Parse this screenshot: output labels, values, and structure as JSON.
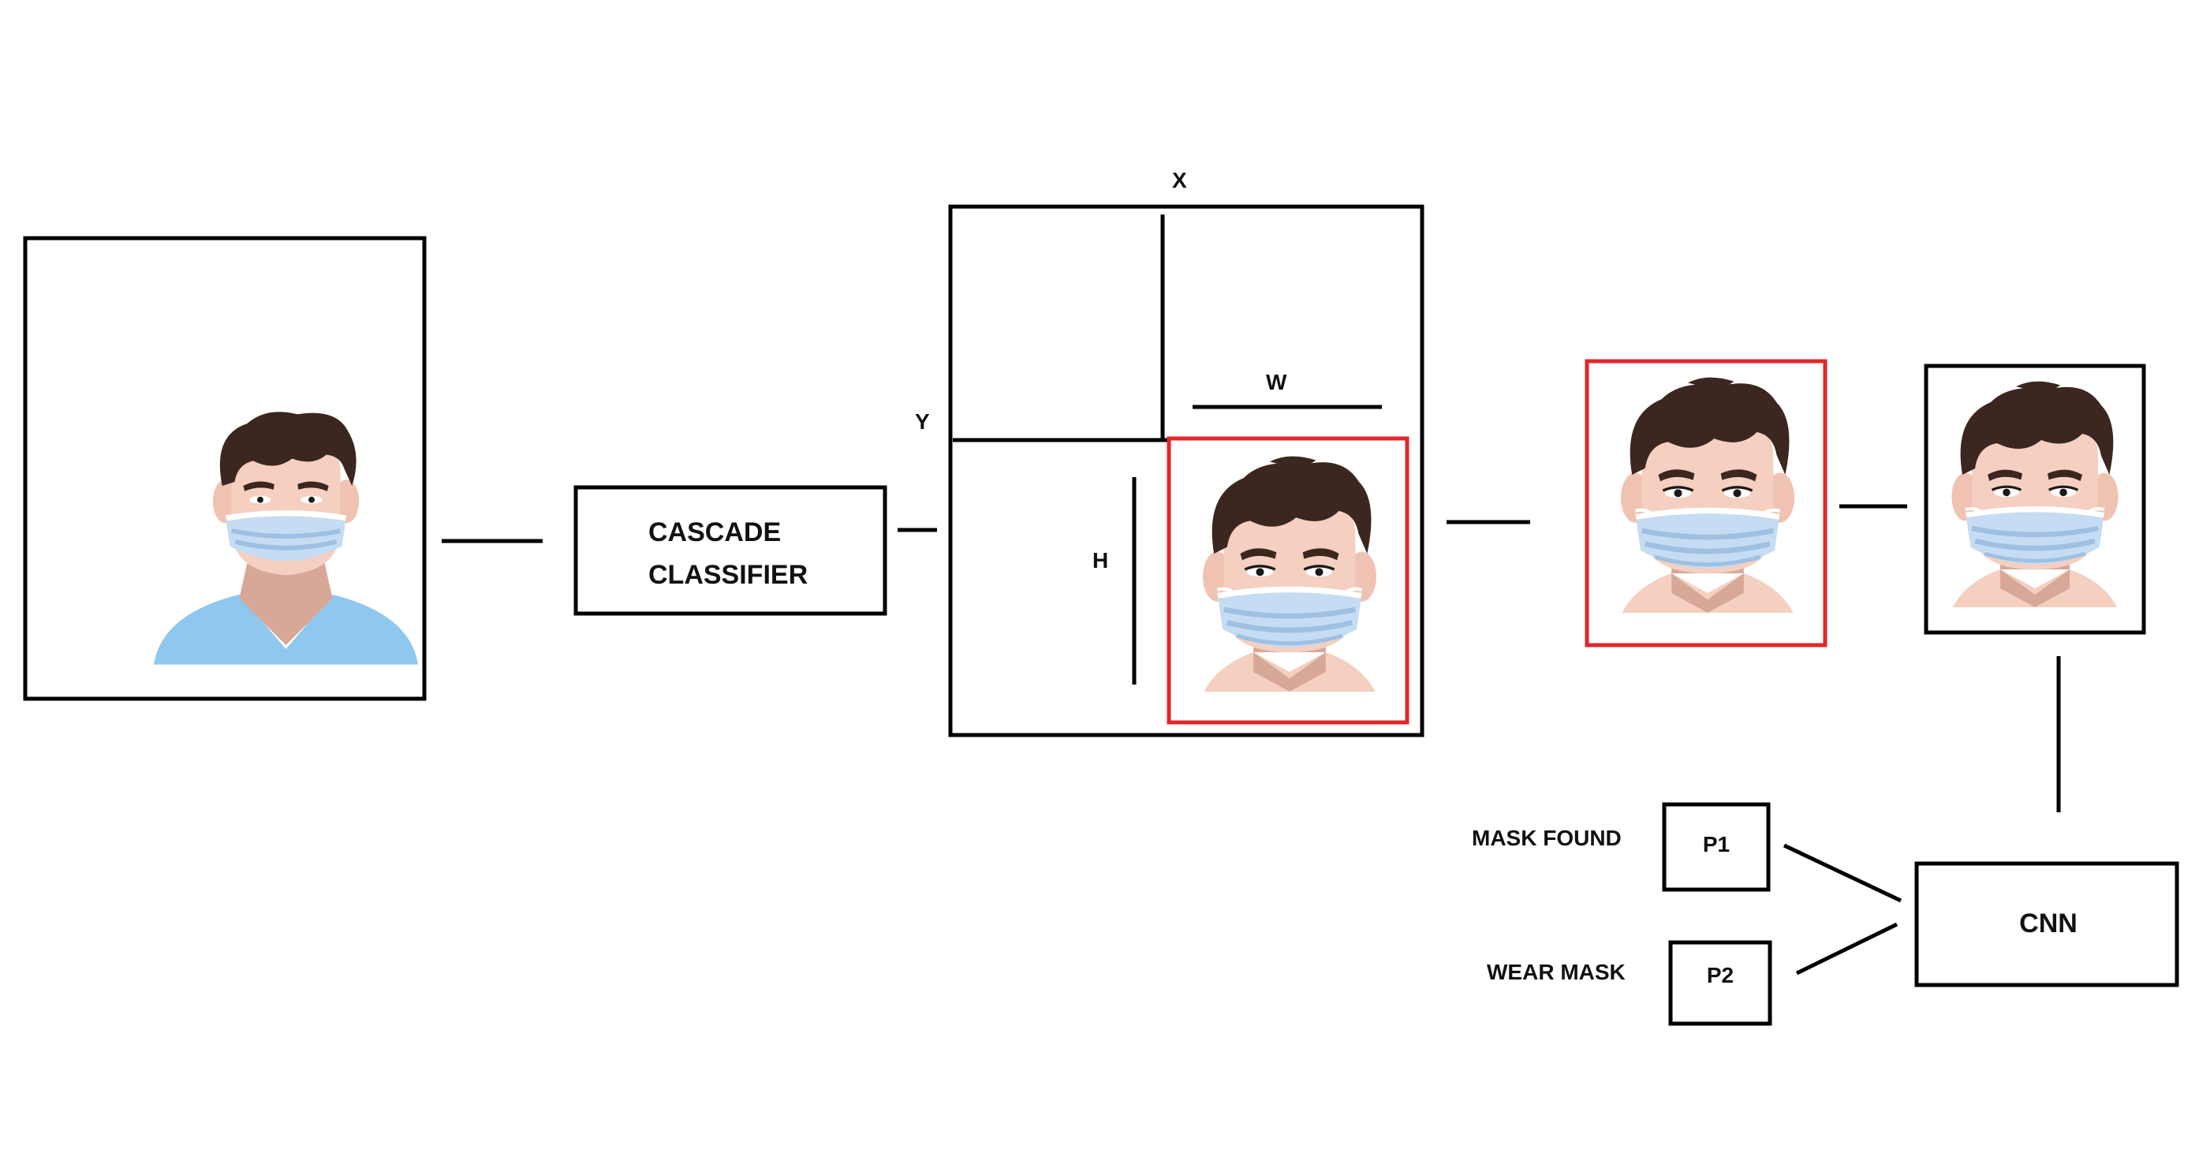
{
  "diagram": {
    "colors": {
      "stroke": "#000000",
      "highlight": "#e0262a",
      "hair": "#3b2620",
      "skin": "#f5cfc0",
      "skin_shadow": "#d7a898",
      "mask": "#c5dcf2",
      "mask_dark": "#9ec0e2",
      "shirt": "#8fc8ee"
    },
    "icons": {
      "face": "masked-face-icon",
      "person": "masked-person-icon"
    },
    "labels": {
      "classifier_line1": "CASCADE",
      "classifier_line2": "CLASSIFIER",
      "x_axis": "X",
      "y_axis": "Y",
      "width": "W",
      "height": "H",
      "cnn": "CNN",
      "p1": "P1",
      "p2": "P2",
      "mask_found": "MASK FOUND",
      "wear_mask": "WEAR MASK"
    }
  }
}
